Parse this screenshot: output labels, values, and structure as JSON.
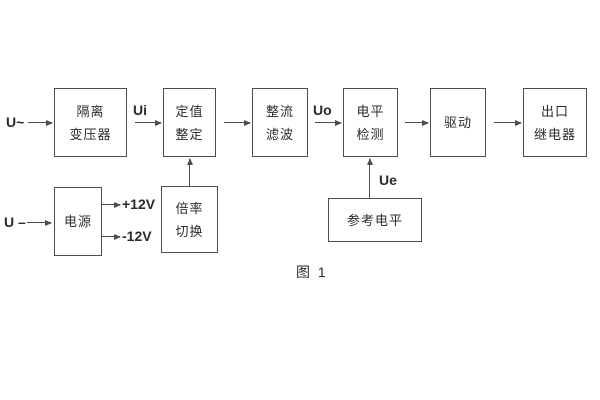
{
  "diagram": {
    "caption": "图 1",
    "inputs": {
      "ac": "U~",
      "dc": "U –"
    },
    "signals": {
      "ui": "Ui",
      "uo": "Uo",
      "ue": "Ue"
    },
    "rails": {
      "pos": "+12V",
      "neg": "-12V"
    },
    "blocks": {
      "isolation": {
        "lines": [
          "隔离",
          "变压器"
        ]
      },
      "setting": {
        "lines": [
          "定值",
          "整定"
        ]
      },
      "rectifier": {
        "lines": [
          "整流",
          "滤波"
        ]
      },
      "level": {
        "lines": [
          "电平",
          "检测"
        ]
      },
      "drive": {
        "lines": [
          "驱动"
        ]
      },
      "output_relay": {
        "lines": [
          "出口",
          "继电器"
        ]
      },
      "power": {
        "lines": [
          "电源"
        ]
      },
      "ratio": {
        "lines": [
          "倍率",
          "切换"
        ]
      },
      "reference": {
        "lines": [
          "参考电平"
        ]
      }
    },
    "colors": {
      "line": "#4d4d4f",
      "text": "#2b2b2b",
      "background": "#ffffff"
    }
  }
}
